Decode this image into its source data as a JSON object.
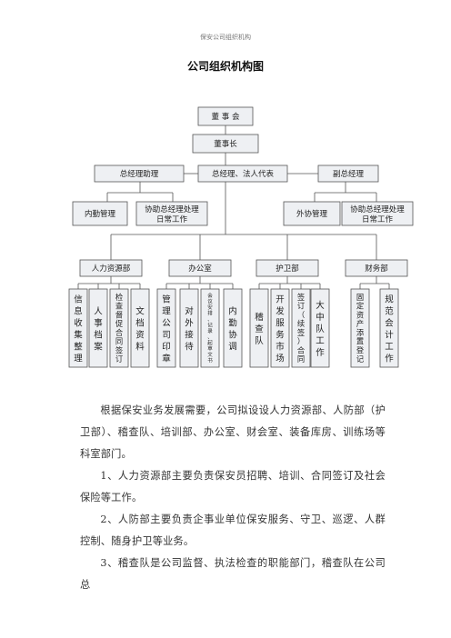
{
  "header": {
    "title": "保安公司组织机构"
  },
  "document": {
    "title": "公司组织机构图"
  },
  "org_chart": {
    "level1": "董 事 会",
    "level2": "董事长",
    "level3": {
      "left": "总经理助理",
      "center": "总经理、法人代表",
      "right": "副总经理"
    },
    "level4": {
      "left_a": "内勤管理",
      "left_b": [
        "协助总经理处理",
        "日常工作"
      ],
      "right_a": "外协管理",
      "right_b": [
        "协助总经理处理",
        "日常工作"
      ]
    },
    "departments": [
      "人力资源部",
      "办公室",
      "护卫部",
      "财务部"
    ],
    "sub_units": [
      "信息收集整理",
      "人事档案",
      "检查督促合同签订",
      "文档资料",
      "管理公司印章",
      "对外接待",
      "会议安排、记录、起草文书",
      "内勤协调",
      "稽查队",
      "开发服务市场",
      "签订（续签）合同",
      "大中队工作",
      "固定资产添置登记",
      "规范会计工作"
    ]
  },
  "body": {
    "p1": "根据保安业务发展需要，公司拟设设人力资源部、人防部（护卫部）、稽查队、培训部、办公室、财会室、装备库房、训练场等科室部门。",
    "p2": "1、人力资源部主要负责保安员招聘、培训、合同签订及社会保险等工作。",
    "p3": "2、人防部主要负责企事业单位保安服务、守卫、巡逻、人群控制、随身护卫等业务。",
    "p4": "3、稽查队是公司监督、执法检查的职能部门，稽查队在公司总"
  }
}
